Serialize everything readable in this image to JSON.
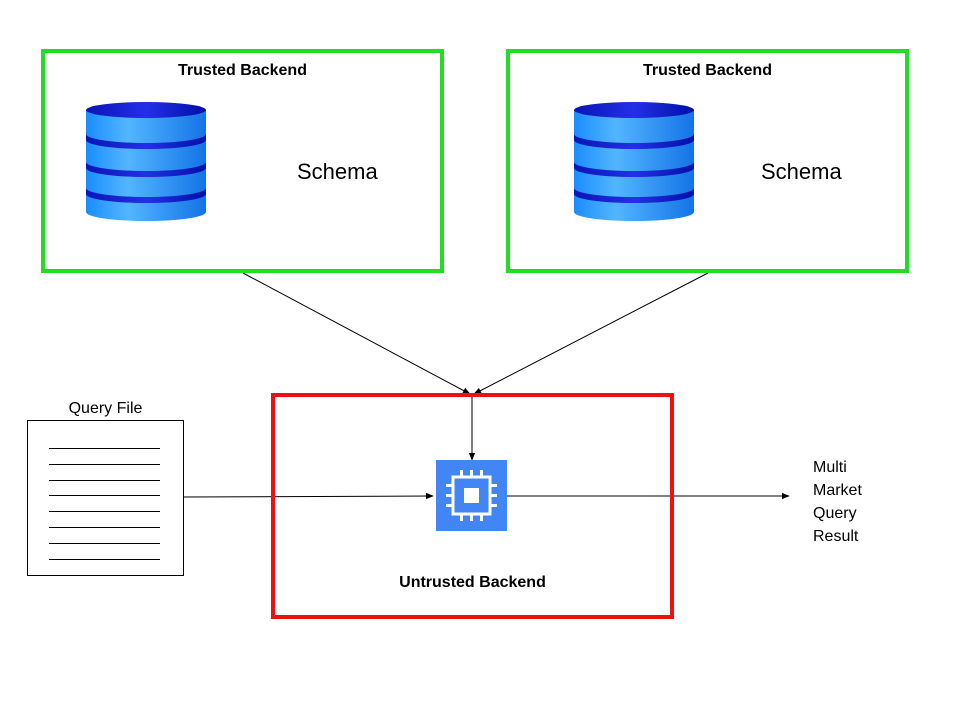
{
  "trusted_left": {
    "title": "Trusted Backend",
    "label": "Schema"
  },
  "trusted_right": {
    "title": "Trusted Backend",
    "label": "Schema"
  },
  "untrusted": {
    "title": "Untrusted Backend"
  },
  "query_file": {
    "label": "Query File"
  },
  "result": {
    "lines": [
      "Multi",
      "Market",
      "Query",
      "Result"
    ]
  },
  "colors": {
    "trusted_border": "#22dd22",
    "untrusted_border": "#ee1111",
    "processor": "#4285f4",
    "database_light": "#3fa7ff",
    "database_dark": "#0015c8"
  },
  "icons": {
    "database": "database-icon",
    "processor": "processor-chip-icon"
  }
}
